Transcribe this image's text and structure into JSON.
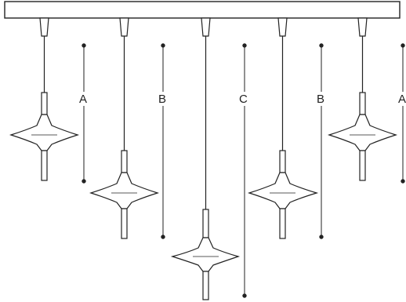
{
  "diagram": {
    "canopy_label": "",
    "pendants": [
      {
        "id": "p1",
        "drop_label": "A"
      },
      {
        "id": "p2",
        "drop_label": "B"
      },
      {
        "id": "p3",
        "drop_label": "C"
      },
      {
        "id": "p4",
        "drop_label": "B"
      },
      {
        "id": "p5",
        "drop_label": "A"
      }
    ],
    "dimension_labels": [
      "A",
      "B",
      "C",
      "B",
      "A"
    ],
    "colors": {
      "line": "#222222",
      "fill": "#ffffff"
    }
  }
}
